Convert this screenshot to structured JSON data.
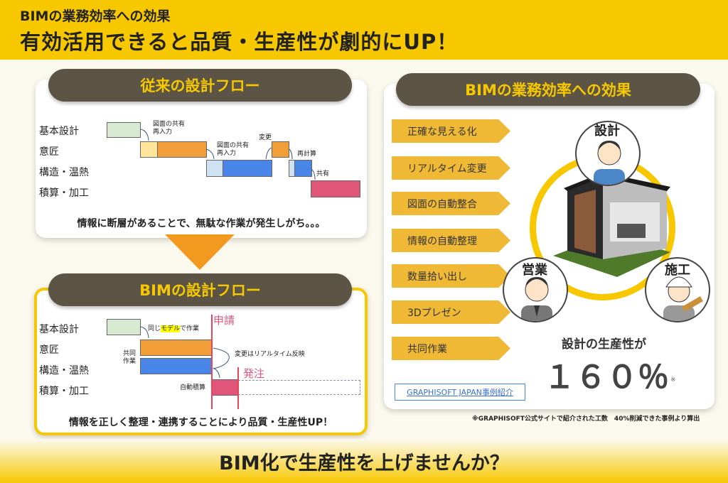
{
  "header": {
    "subtitle": "BIMの業務効率への効果",
    "title": "有効活用できると品質・生産性が劇的にUP！"
  },
  "rows": [
    "基本設計",
    "意匠",
    "構造・温熱",
    "積算・加工"
  ],
  "traditional": {
    "title": "従来の設計フロー",
    "notes": {
      "share1": "図面の共有",
      "reinput1": "再入力",
      "share2": "図面の共有",
      "reinput2": "再入力",
      "change": "変更",
      "recalc": "再計算",
      "share": "共有"
    },
    "caption": "情報に断層があることで、無駄な作業が発生しがち。。。"
  },
  "bim": {
    "title": "BIMの設計フロー",
    "same_model_pre": "同じ",
    "same_model_hl": "モデル",
    "same_model_post": "で作業",
    "joint1": "共同",
    "joint2": "作業",
    "realtime": "変更はリアルタイム反映",
    "auto": "自動積算",
    "apply": "申請",
    "order": "発注",
    "caption": "情報を正しく整理・連携することにより品質・生産性UP！"
  },
  "effects": {
    "title": "BIMの業務効率への効果",
    "items": [
      "正確な見える化",
      "リアルタイム変更",
      "図面の自動整合",
      "情報の自動整理",
      "数量拾い出し",
      "3Dプレゼン",
      "共同作業"
    ],
    "roles": {
      "design": "設計",
      "sales": "営業",
      "construction": "施工"
    },
    "productivity_label": "設計の生産性が",
    "productivity_value": "１６０％",
    "mark": "※",
    "link": "GRAPHISOFT JAPAN事例紹介"
  },
  "footnote": "※GRAPHISOFT公式サイトで紹介された工数　40%削減できた事例より算出",
  "footer": "BIM化で生産性を上げませんか？",
  "colors": {
    "yellow": "#f7c800",
    "olive": "#5c5546",
    "orange": "#f29e38",
    "blue": "#4a86e8",
    "pink": "#e0567a",
    "green": "#d9ead3",
    "red": "#e8445a"
  }
}
